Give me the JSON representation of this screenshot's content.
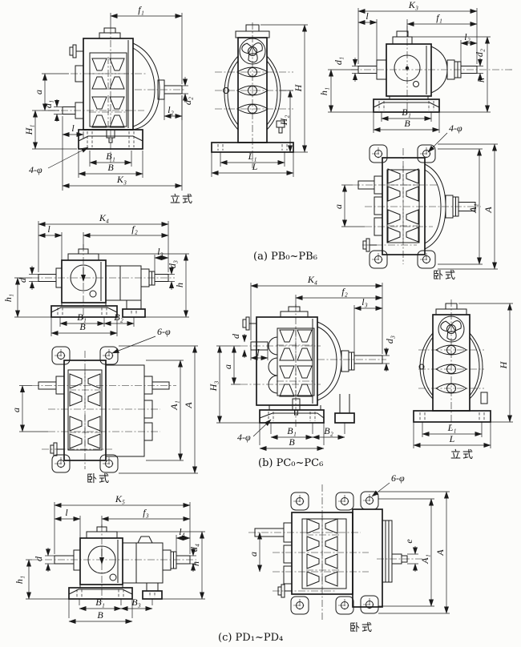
{
  "figure": {
    "orientation_vertical": "立式",
    "orientation_horizontal": "卧式",
    "captions": {
      "series_a": "(a) PB₀~PB₆",
      "series_b": "(b) PC₀~PC₆",
      "series_c": "(c) PD₁~PD₄"
    },
    "colors": {
      "paper": "#fcfcfa",
      "ink": "#1b1b1b"
    }
  },
  "dims": {
    "f1": "f₁",
    "f2": "f₂",
    "f3": "f₃",
    "K3": "K₃",
    "K4": "K₄",
    "K5": "K₅",
    "l": "l",
    "l2": "l₂",
    "l3": "l₃",
    "l4": "l₄",
    "d": "d",
    "d1": "d₁",
    "d2": "d₂",
    "d3": "d₃",
    "d4": "d₄",
    "h": "h",
    "h1": "h₁",
    "H": "H",
    "H1": "H₁",
    "H2": "H₂",
    "H3": "H₃",
    "a": "a",
    "e": "e",
    "A": "A",
    "A1": "A₁",
    "B": "B",
    "B1": "B₁",
    "B2": "B₂",
    "B3": "B₃",
    "L": "L",
    "L1": "L₁",
    "bolt_4": "4-φ",
    "bolt_6": "6-φ"
  }
}
